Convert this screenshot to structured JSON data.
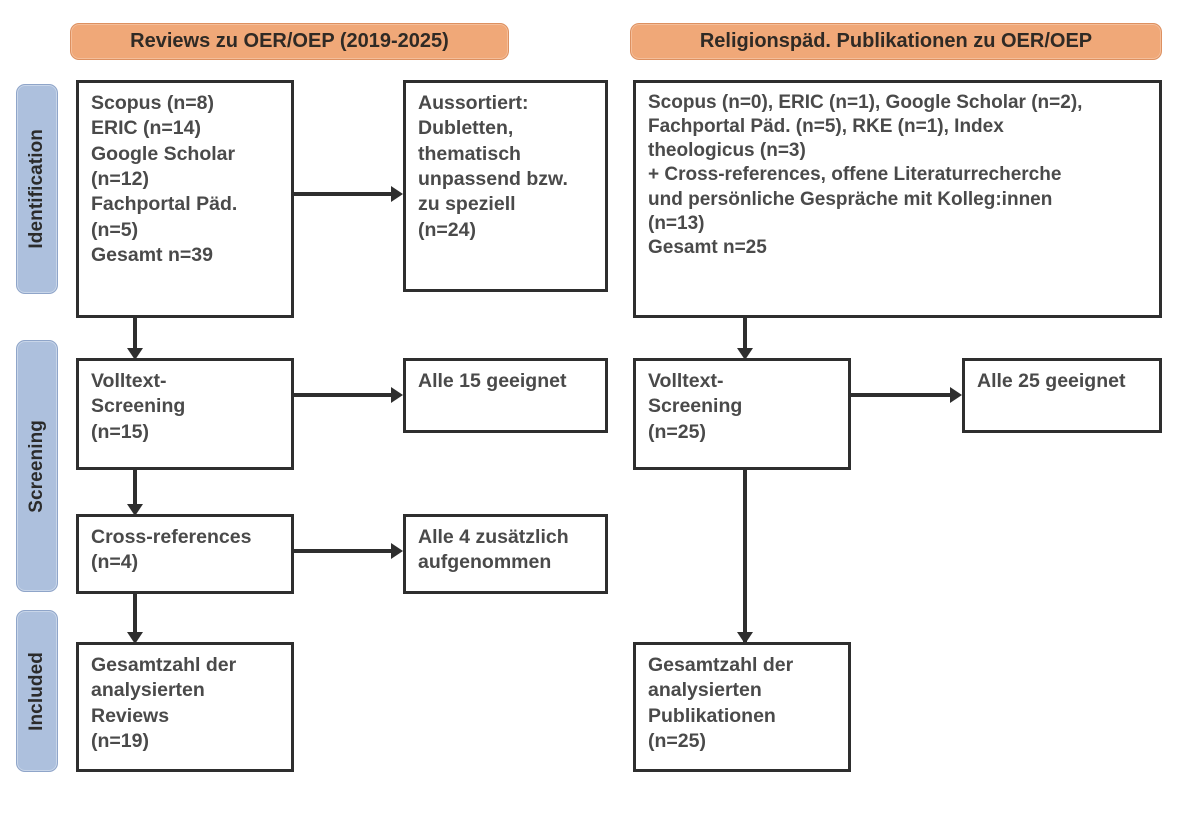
{
  "stages": [
    {
      "label": "Identification"
    },
    {
      "label": "Screening"
    },
    {
      "label": "Included"
    }
  ],
  "columns": {
    "left": {
      "header": "Reviews zu OER/OEP (2019-2025)"
    },
    "right": {
      "header": "Religionspäd. Publikationen zu OER/OEP"
    }
  },
  "boxes": {
    "left_identification": "Scopus (n=8)\nERIC (n=14)\nGoogle Scholar\n(n=12)\nFachportal Päd.\n(n=5)\nGesamt n=39",
    "left_excluded": "Aussortiert:\nDubletten,\nthematisch\nunpassend bzw.\nzu speziell\n(n=24)",
    "left_screening": "Volltext-\nScreening\n(n=15)",
    "left_screening_result": "Alle 15 geeignet",
    "left_crossrefs": "Cross-references\n(n=4)",
    "left_crossrefs_result": "Alle 4 zusätzlich\naufgenommen",
    "left_included": "Gesamtzahl der\nanalysierten\nReviews\n(n=19)",
    "right_identification": "Scopus (n=0), ERIC (n=1), Google Scholar (n=2),\nFachportal Päd. (n=5), RKE (n=1), Index\ntheologicus (n=3)\n+ Cross-references, offene Literaturrecherche\nund persönliche Gespräche mit Kolleg:innen\n(n=13)\nGesamt n=25",
    "right_screening": "Volltext-\nScreening\n(n=25)",
    "right_screening_result": "Alle 25 geeignet",
    "right_included": "Gesamtzahl der\nanalysierten\nPublikationen\n(n=25)"
  },
  "colors": {
    "header_fill": "#f0a878",
    "stage_fill": "#adc0dd",
    "box_border": "#2e2e2e",
    "text": "#4a4a4a",
    "background": "#ffffff"
  }
}
